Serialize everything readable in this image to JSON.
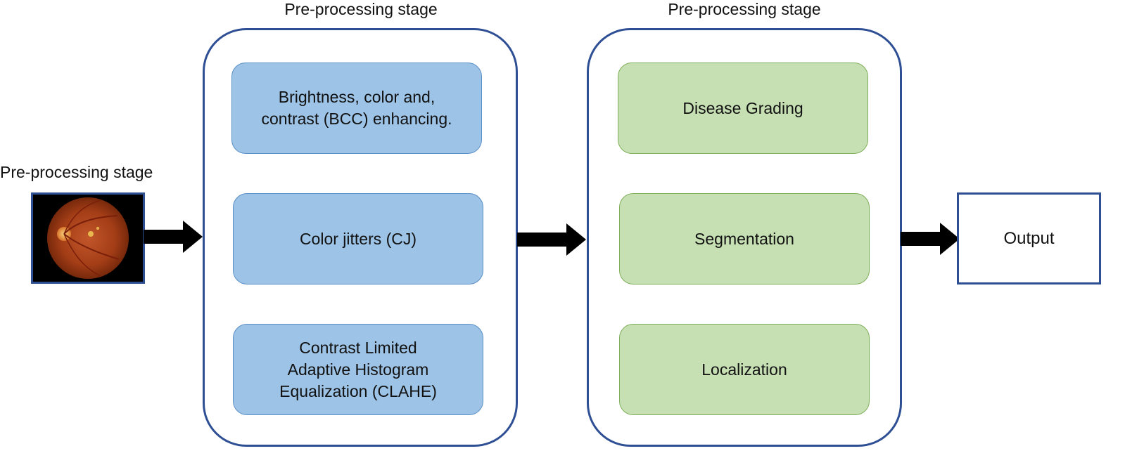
{
  "input": {
    "title": "Pre-processing stage",
    "image_description_icon": "retina-fundus-image"
  },
  "stage_one": {
    "title": "Pre-processing stage",
    "steps": [
      {
        "label": "Brightness, color and,\ncontrast (BCC) enhancing."
      },
      {
        "label": "Color jitters (CJ)"
      },
      {
        "label": "Contrast Limited\nAdaptive Histogram\nEqualization (CLAHE)"
      }
    ]
  },
  "stage_two": {
    "title": "Pre-processing stage",
    "steps": [
      {
        "label": "Disease Grading"
      },
      {
        "label": "Segmentation"
      },
      {
        "label": "Localization"
      }
    ]
  },
  "output": {
    "label": "Output"
  },
  "colors": {
    "border": "#2f4f94",
    "stage_one_fill": "#9dc3e6",
    "stage_two_fill": "#c6e0b4",
    "arrow": "#000000"
  }
}
